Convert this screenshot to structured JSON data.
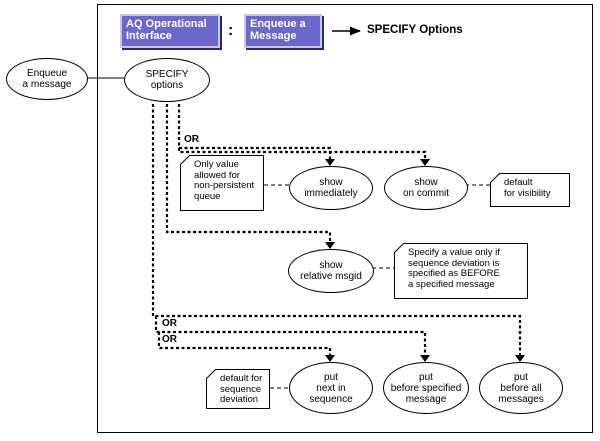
{
  "header": {
    "interface_label": [
      "AQ Operational",
      "Interface"
    ],
    "separator": ":",
    "operation_label": [
      "Enqueue a",
      "Message"
    ],
    "step_title": "SPECIFY Options"
  },
  "nodes": {
    "enqueue": [
      "Enqueue",
      "a message"
    ],
    "specify": [
      "SPECIFY",
      "options"
    ],
    "show_immediately": [
      "show",
      "immediately"
    ],
    "show_on_commit": [
      "show",
      "on commit"
    ],
    "show_relative_msgid": [
      "show",
      "relative msgid"
    ],
    "put_next": [
      "put",
      "next in",
      "sequence"
    ],
    "put_before_specified": [
      "put",
      "before specified",
      "message"
    ],
    "put_before_all": [
      "put",
      "before all",
      "messages"
    ]
  },
  "notes": {
    "non_persistent": [
      "Only value",
      "allowed for",
      "non-persistent",
      "queue"
    ],
    "default_visibility": [
      "default",
      "for visibility"
    ],
    "sequence_deviation": [
      "Specify a value only if",
      "sequence deviation is",
      "specified as BEFORE",
      "a specified message"
    ],
    "default_sequence": [
      "default for",
      "sequence",
      "deviation"
    ]
  },
  "or_labels": [
    "OR",
    "OR",
    "OR"
  ],
  "colors": {
    "pill_bg": "#6c68c9",
    "pill_text": "#ffffff",
    "line": "#000000"
  }
}
